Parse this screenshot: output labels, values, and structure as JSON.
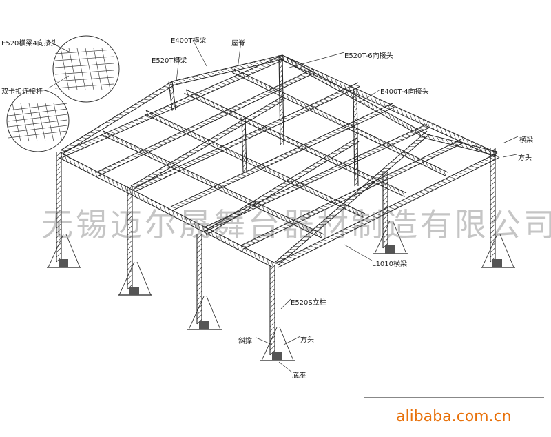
{
  "labels": {
    "e520_corner": "E520横梁4向接头",
    "e400t_beam": "E400T横梁",
    "e520t_beam": "E520T横梁",
    "roof_ridge": "屋脊",
    "e520t_6way": "E520T-6向接头",
    "e400t_4way": "E400T-4向接头",
    "double_clamp": "双卡扣连接杆",
    "beam_top": "横梁",
    "square_head": "方头",
    "l1010_beam": "L1010横梁",
    "e520s_column": "E520S立柱",
    "cross_brace": "斜撑",
    "square_head2": "方头",
    "base": "底座"
  },
  "watermark": "无锡迈尔晟舞台器材制造有限公司",
  "footer": "alibaba.com.cn"
}
